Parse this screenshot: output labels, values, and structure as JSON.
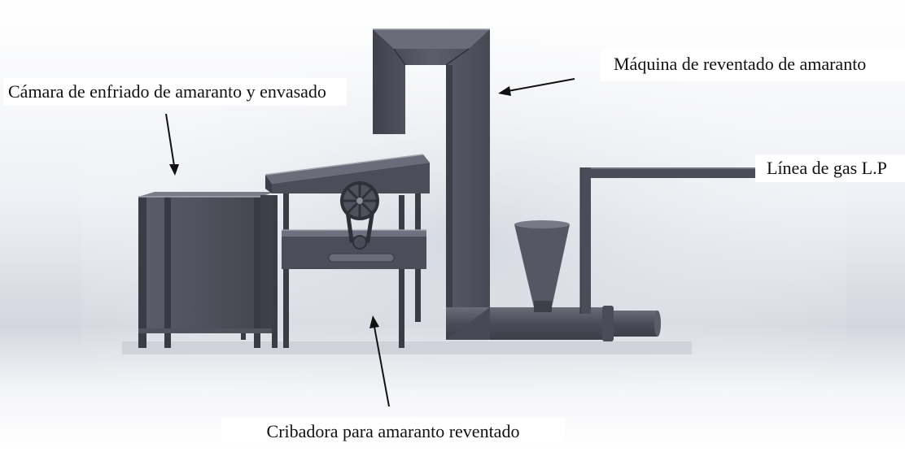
{
  "labels": {
    "camara": "Cámara de enfriado de amaranto y envasado",
    "maquina": "Máquina de reventado de amaranto",
    "linea_gas": "Línea de gas L.P",
    "cribadora": "Cribadora para amaranto reventado"
  },
  "colors": {
    "machine_dark": "#4a4c59",
    "machine_mid": "#5f6170",
    "machine_light": "#8a8c99",
    "background_fade": "#c9ccd4"
  },
  "icons": {
    "arrow": "arrow-icon",
    "wheel": "fan-wheel-icon"
  }
}
